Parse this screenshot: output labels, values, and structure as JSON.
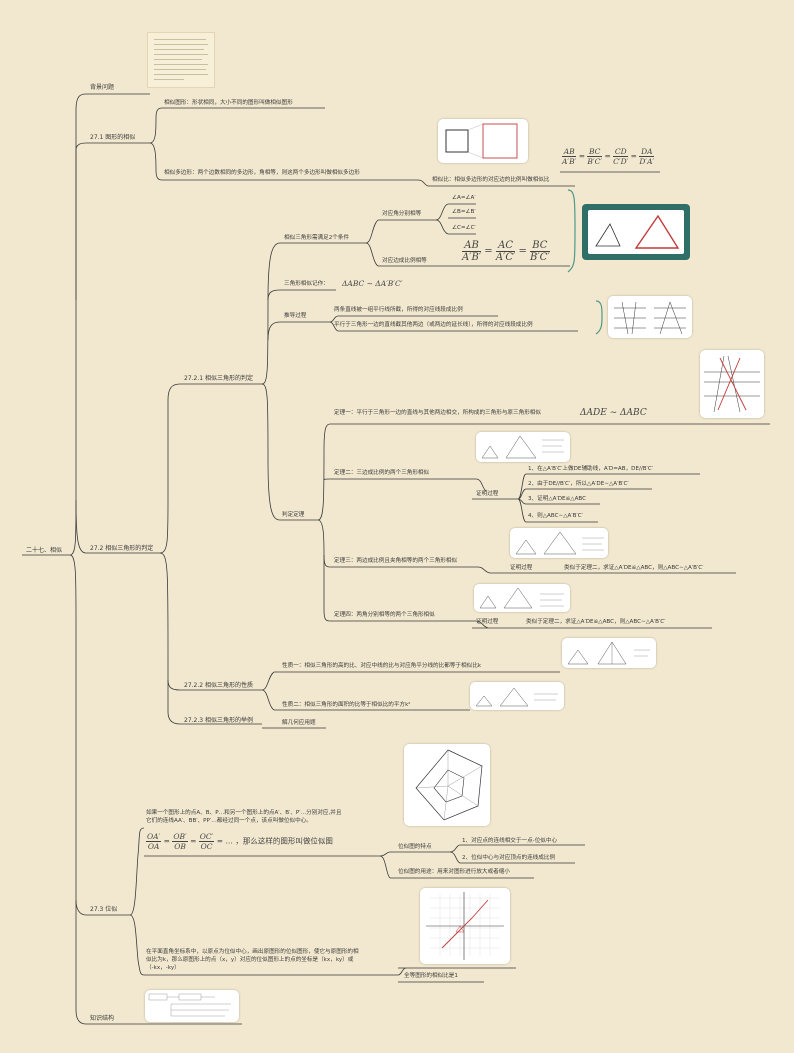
{
  "root": "二十七、相似",
  "background": {
    "label": "背景问题"
  },
  "s271": {
    "label": "27.1 图形的相似",
    "similar_figures": "相似图形：形状相同，大小不同的图形叫做相似图形",
    "similar_polygons": "相似多边形：两个边数相同的多边形，角相等，则这两个多边形叫做相似多边形",
    "ratio": "相似比：相似多边形的对应边的比例叫做相似比",
    "ratio_formula": {
      "f1": {
        "n": "AB",
        "d": "A′B′"
      },
      "f2": {
        "n": "BC",
        "d": "B′C′"
      },
      "f3": {
        "n": "CD",
        "d": "C′D′"
      },
      "f4": {
        "n": "DA",
        "d": "D′A′"
      }
    }
  },
  "s272": {
    "label": "27.2 相似三角形的判定",
    "s2721": {
      "label": "27.2.1 相似三角形的判定",
      "conditions": "相似三角形需满足2个条件",
      "angles": "对应角分别相等",
      "angle_items": [
        "∠A=∠A′",
        "∠B=∠B′",
        "∠C=∠C′"
      ],
      "sides": "对应边成比例相等",
      "sides_formula": {
        "f1": {
          "n": "AB",
          "d": "A′B′"
        },
        "f2": {
          "n": "AC",
          "d": "A′C′"
        },
        "f3": {
          "n": "BC",
          "d": "B′C′"
        }
      },
      "notation": "三角形相似记作：",
      "notation_math": "ΔABC ∼ ΔA′B′C′",
      "derivation": "推导过程",
      "deriv1": "两条直线被一组平行线所截，所得的对应线段成比例",
      "deriv2": "平行于三角形一边的直线截其他两边（或两边的延长线），所得的对应线段成比例",
      "theorems": "判定定理",
      "lemma": "定理一：平行于三角形一边的直线与其他两边相交，所构成的三角形与原三角形相似",
      "lemma_math": "ΔADE ∼ ΔABC",
      "t2": "定理二：三边成比例的两个三角形相似",
      "proof": "证明过程",
      "t2_steps": [
        "1、在△A′B′C′上做DE辅助线，A′D=AB，DE//B′C′",
        "2、由于DE//B′C′，所以△A′DE∼△A′B′C′",
        "3、证明△A′DE≌△ABC",
        "4、则△ABC∼△A′B′C′"
      ],
      "t3": "定理三：两边成比例且夹角相等的两个三角形相似",
      "t3_proof": "类似于定理二，求证△A′DE≌△ABC，则△ABC∼△A′B′C′",
      "t4": "定理四：两角分别相等的两个三角形相似",
      "t4_proof": "类似于定理二，求证△A′DE≌△ABC，则△ABC∼△A′B′C′"
    },
    "s2722": {
      "label": "27.2.2 相似三角形的性质",
      "p1": "性质一：相似三角形的高的比、对应中线的比与对应角平分线的比都等于相似比k",
      "p2": "性质二：相似三角形的面积的比等于相似比的平方k²"
    },
    "s2723": {
      "label": "27.2.3 相似三角形的举例",
      "item": "解几何应用题"
    }
  },
  "s273": {
    "label": "27.3 位似",
    "def_line1": "如果一个图形上的点A、B、P…和另一个图形上的点A′、B′、P′…分别对应,并且",
    "def_line2": "它们的连线AA′、BB′、PP′…都经过同一个点，该点叫做位似中心。",
    "def_formula": {
      "f1": {
        "n": "OA′",
        "d": "OA"
      },
      "f2": {
        "n": "OB′",
        "d": "OB"
      },
      "f3": {
        "n": "OC′",
        "d": "OC"
      },
      "tail": "= … ，那么这样的图形叫做位似图"
    },
    "features": "位似图的特点",
    "feature_items": [
      "1、对应点的连线相交于一点-位似中心",
      "2、位似中心与对应顶点的连线成比例"
    ],
    "usage": "位似图的用途：用来对图形进行放大或者缩小",
    "coord_line1": "在平面直角坐标系中，以原点为位似中心，画出原图形的位似图形，使它与原图形的相",
    "coord_line2": "似比为k，那么原图形上的点（x，y）对应的位似图形上的点的坐标是（kx，ky）或",
    "coord_line3": "（-kx，-ky）",
    "coord_ratio": "全等图形的相似比是1"
  },
  "structure": {
    "label": "知识结构"
  },
  "colors": {
    "background": "#f2e8cf",
    "edge": "#3a3a3a",
    "teal": "#2f6f68",
    "bracket": "#4f9a89",
    "red": "#c43a3a"
  }
}
